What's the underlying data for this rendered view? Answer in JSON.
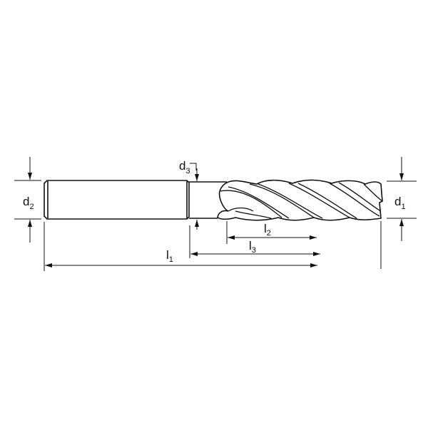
{
  "labels": {
    "d1": {
      "main": "d",
      "sub": "1"
    },
    "d2": {
      "main": "d",
      "sub": "2"
    },
    "d3": {
      "main": "d",
      "sub": "3"
    },
    "l1": {
      "main": "l",
      "sub": "1"
    },
    "l2": {
      "main": "l",
      "sub": "2"
    },
    "l3": {
      "main": "l",
      "sub": "3"
    }
  },
  "colors": {
    "line": "#111111",
    "background": "#ffffff"
  }
}
